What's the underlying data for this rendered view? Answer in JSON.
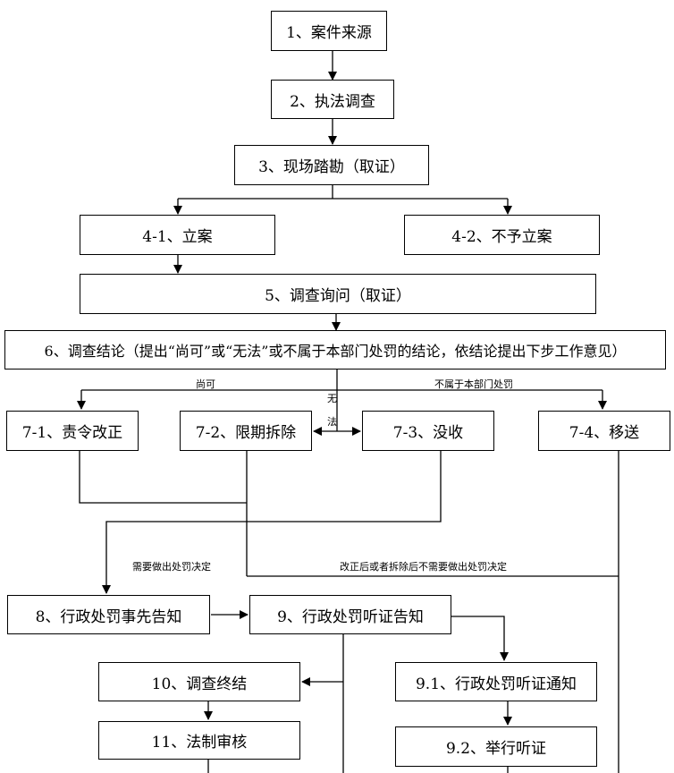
{
  "nodes": {
    "source": "1、案件来源",
    "investigation": "2、执法调查",
    "site_survey": "3、现场踏勘（取证）",
    "file_case": "4-1、立案",
    "no_file_case": "4-2、不予立案",
    "inquiry": "5、调查询问（取证）",
    "conclusion": "6、调查结论（提出“尚可”或“无法”或不属于本部门处罚的结论，依结论提出下步工作意见）",
    "order_correct": "7-1、责令改正",
    "demolish_deadline": "7-2、限期拆除",
    "confiscate": "7-3、没收",
    "transfer": "7-4、移送",
    "prior_notice": "8、行政处罚事先告知",
    "hearing_notice": "9、行政处罚听证告知",
    "investigation_end": "10、调查终结",
    "legal_review": "11、法制审核",
    "hearing_notification": "9.1、行政处罚听证通知",
    "hold_hearing": "9.2、举行听证"
  },
  "labels": {
    "acceptable": "尚可",
    "not_department": "不属于本部门处罚",
    "cannot_1": "无",
    "cannot_2": "法",
    "need_decision": "需要做出处罚决定",
    "no_decision_needed": "改正后或者拆除后不需要做出处罚决定"
  },
  "colors": {
    "line": "#000000",
    "box_border": "#000000",
    "background": "#ffffff"
  }
}
